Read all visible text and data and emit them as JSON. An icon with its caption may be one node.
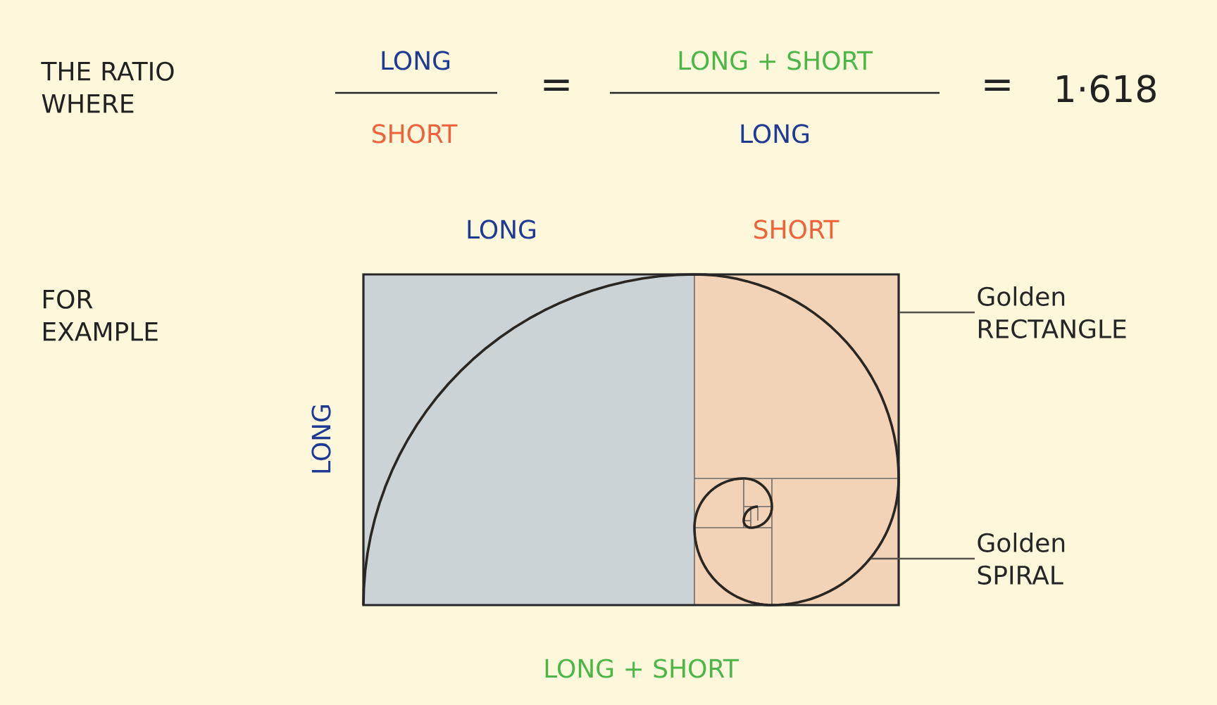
{
  "diagram": {
    "nodes": [
      {
        "text": [
          "Golden RECTANGLE"
        ]
      },
      {
        "text": [],
        "shape": "box"
      },
      {
        "text": [
          "Golden SPIRAL"
        ]
      }
    ],
    "edges": [
      {
        "from": 0,
        "to": 1,
        "arrow": "none"
      },
      {
        "from": 2,
        "to": 1,
        "arrow": "none"
      }
    ],
    "labels": [
      "THE RATIO WHERE",
      "LONG",
      "SHORT",
      "=",
      "LONG + SHORT",
      "LONG",
      "=",
      "1·618",
      "FOR EXAMPLE",
      "LONG",
      "SHORT",
      "LONG",
      "LONG + SHORT"
    ]
  }
}
